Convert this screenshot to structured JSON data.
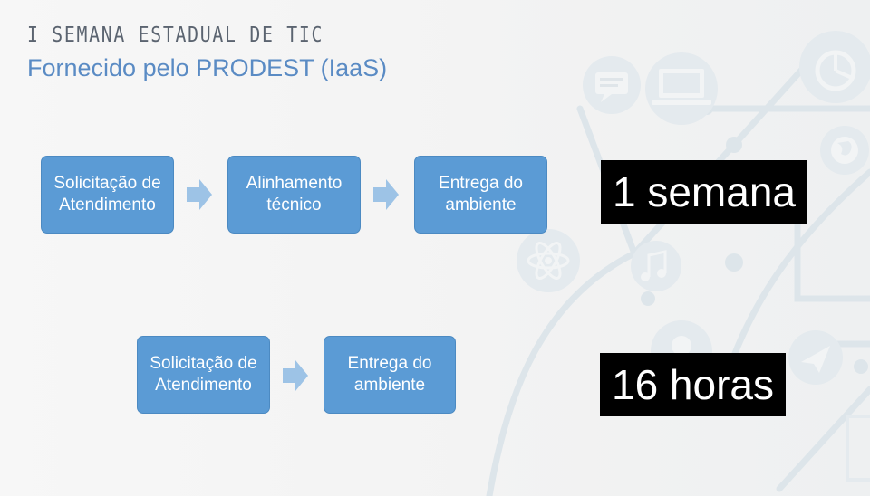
{
  "header": {
    "event_title": "I SEMANA ESTADUAL DE TIC",
    "slide_title": "Fornecido pelo PRODEST (IaaS)"
  },
  "flows": [
    {
      "steps": [
        "Solicitação de\nAtendimento",
        "Alinhamento\ntécnico",
        "Entrega do\nambiente"
      ],
      "duration": "1 semana"
    },
    {
      "steps": [
        "Solicitação de\nAtendimento",
        "Entrega do\nambiente"
      ],
      "duration": "16 horas"
    }
  ],
  "colors": {
    "step_fill": "#5b9bd5",
    "arrow_fill": "#9dc3e6",
    "title_blue": "#5a8bc4",
    "duration_bg": "#000000"
  },
  "background_icons": [
    "chat-bubble-icon",
    "laptop-icon",
    "pie-chart-icon",
    "globe-icon",
    "atom-icon",
    "music-note-icon",
    "lightbulb-icon",
    "paper-plane-icon"
  ]
}
